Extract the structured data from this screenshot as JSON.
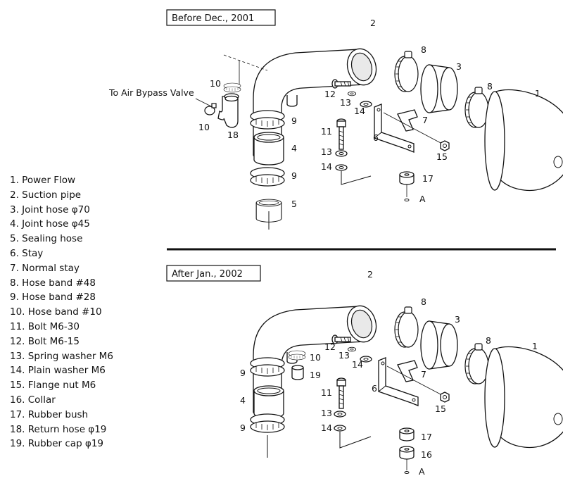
{
  "sections": {
    "before": "Before Dec., 2001",
    "after": "After Jan., 2002"
  },
  "annotations": {
    "air_bypass": "To Air Bypass Valve",
    "point_a": "A"
  },
  "callouts": {
    "top": [
      "1",
      "2",
      "3",
      "4",
      "5",
      "6",
      "7",
      "8",
      "8",
      "9",
      "9",
      "10",
      "10",
      "11",
      "12",
      "13",
      "13",
      "14",
      "14",
      "15",
      "17",
      "18"
    ],
    "bottom": [
      "1",
      "2",
      "3",
      "4",
      "6",
      "7",
      "8",
      "8",
      "9",
      "9",
      "10",
      "11",
      "12",
      "13",
      "13",
      "14",
      "14",
      "15",
      "16",
      "17",
      "19"
    ]
  },
  "legend": [
    "1. Power Flow",
    "2. Suction pipe",
    "3. Joint hose  φ70",
    "4. Joint hose  φ45",
    "5. Sealing hose",
    "6. Stay",
    "7. Normal stay",
    "8. Hose band  #48",
    "9. Hose band  #28",
    "10. Hose band  #10",
    "11. Bolt  M6-30",
    "12. Bolt  M6-15",
    "13. Spring washer  M6",
    "14. Plain washer  M6",
    "15. Flange nut  M6",
    "16. Collar",
    "17. Rubber bush",
    "18. Return hose  φ19",
    "19. Rubber cap  φ19"
  ]
}
